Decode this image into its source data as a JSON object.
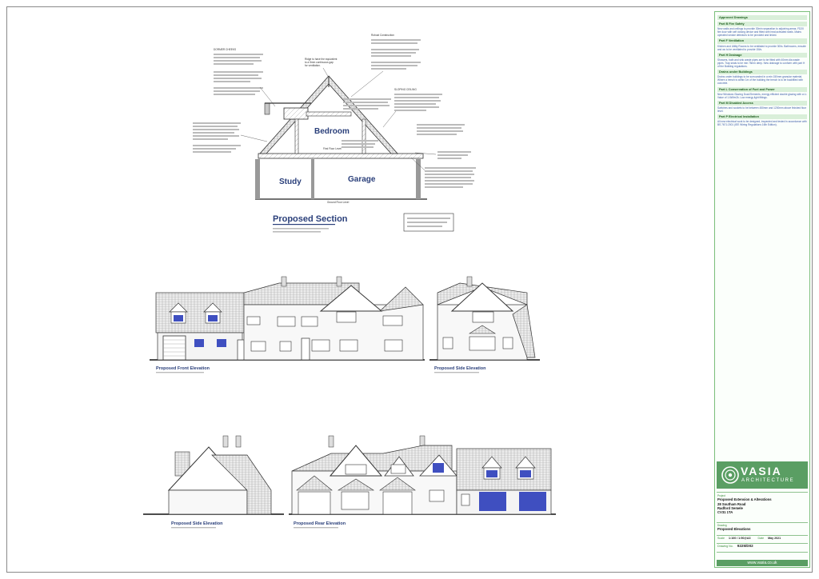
{
  "section": {
    "title": "Proposed Section",
    "rooms": [
      "Bedroom",
      "Study",
      "Garage"
    ],
    "ground_label": "Ground Floor Level",
    "first_label": "First Floor Level",
    "notes": {
      "dormer": "DORMER CHEEKS",
      "ridge": "Ridge to have the equivalent to a 5mm continuous gap for ventilation.",
      "robust": "Robust Construction",
      "sloping": "SLOPING CEILING",
      "insul_ceiling": "100mm fibreglass insulation between joists with a further 170mm fibreglass laid across joists",
      "insul_slope": "100mm fibreglass insulation between joists with a further 170mm fibreglass laid across",
      "eaves": "Eaves to have the equivalent to a 25mm continuous gap for ventilation.",
      "stud": "stud wall filled with 100mm cellotex insulation",
      "floor": "22mm t&g chipboard flooring on 47X195 C24 Grade Timber floor joists",
      "foundation": "Existing foundations to be exposed via trial holes to determine adequacy"
    }
  },
  "elevations": {
    "front": "Proposed Front Elevation",
    "side1": "Proposed Side Elevation",
    "side2": "Proposed Side Elevation",
    "rear": "Proposed Rear Elevation"
  },
  "titleblock": {
    "heading": "Approved Drawings",
    "sections": [
      {
        "head": "Part B Fire Safety",
        "text": "New walls and ceilings to provide 30min separation to adjoining areas. FD20 fire door with self closing device and fitted with heat activated seals. Mains operated smoke detectors to be provided and linked."
      },
      {
        "head": "Part F Ventilation",
        "text": "Kitchen and Utility Rooms to be ventilated to provide 30l/s. Bathrooms, ensuite and wc to be ventilated to provide 15l/s."
      },
      {
        "head": "Part H Drainage",
        "text": "Showers, bath and sink waste pipes are to be fitted with 40mm dia waste pipes. Trap seals to be min 75mm deep. New drainage to conform with part H of the Building regulations."
      },
      {
        "head": "Drains under Buildings",
        "text": "Drains under buildings to be surrounded in a min 150mm granular material. Where a trench is within 1m of the building the trench is to be backfilled with concrete."
      },
      {
        "head": "Part L Conservation of Fuel and Power",
        "text": "New Windows Glazing Dual-Elements, energy efficient double glazing with a U-Value of 1.6W/m2k. Low energy light fittings."
      },
      {
        "head": "Part M Disabled Access",
        "text": "Switches and sockets to be between 450mm and 1200mm above finished floor level."
      },
      {
        "head": "Part P Electrical Installation",
        "text": "All new electrical work to be designed, inspected and tested in accordance with BS 7671:2001 (IEE Wiring Regulations 16th Edition)."
      }
    ],
    "logo_word": "VASIA",
    "logo_sub": "ARCHITECTURE",
    "project_label": "Project",
    "project": "Proposed Extension & Alterations",
    "address1": "28 Southam Road",
    "address2": "Radford Semele",
    "postcode": "CV31 1TA",
    "drawing_label": "Drawing",
    "drawing": "Proposed Elevations",
    "scale_label": "Scale",
    "scale": "1:100 / 1:50@A3",
    "date_label": "Date",
    "date": "May 2021",
    "number_label": "Drawing No.",
    "number": "9225/D02",
    "footer": "www.vasia.co.uk"
  },
  "colors": {
    "accent": "#5a9e63",
    "window": "#3f4fc0",
    "roof": "#6e6e6e",
    "brick": "#c8c8c8"
  }
}
